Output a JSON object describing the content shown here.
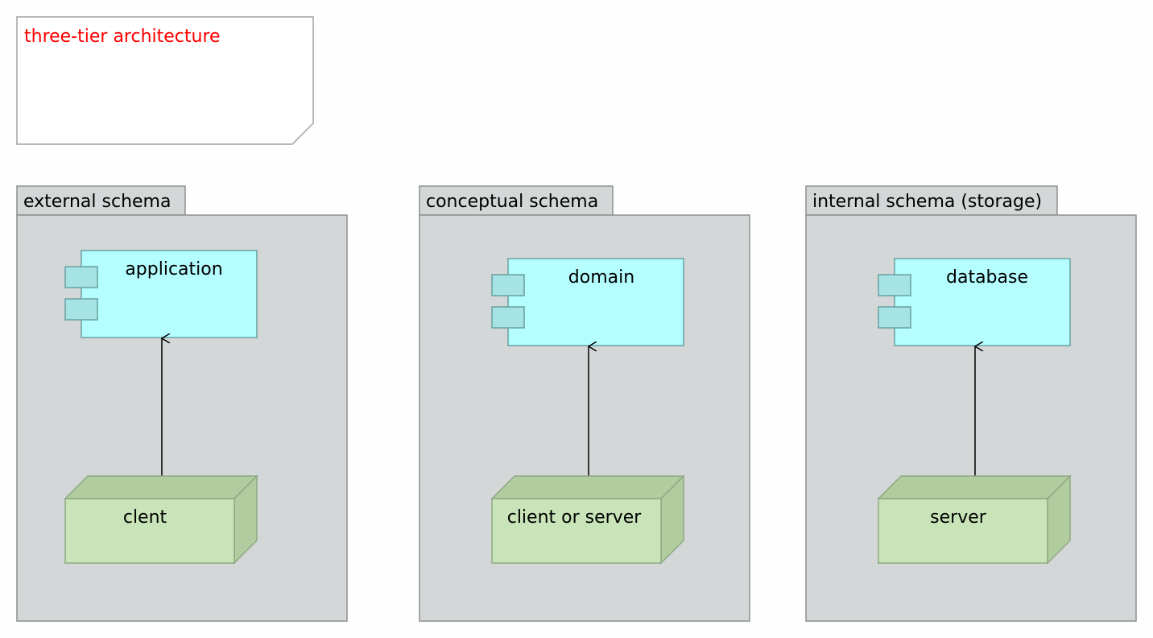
{
  "note": {
    "text": "three-tier architecture",
    "color": "#ff0000"
  },
  "packages": [
    {
      "title": "external schema",
      "component": "application",
      "node": "clent"
    },
    {
      "title": "conceptual schema",
      "component": "domain",
      "node": "client or server"
    },
    {
      "title": "internal schema (storage)",
      "component": "database",
      "node": "server"
    }
  ],
  "colors": {
    "package_fill": "#d3d7d8",
    "package_border": "#8e9190",
    "component_fill": "#b4feff",
    "component_port": "#a5e3e4",
    "component_border": "#6aa0a0",
    "node_front": "#c9e4b8",
    "node_side": "#b1cd9f",
    "node_border": "#8ea882"
  }
}
